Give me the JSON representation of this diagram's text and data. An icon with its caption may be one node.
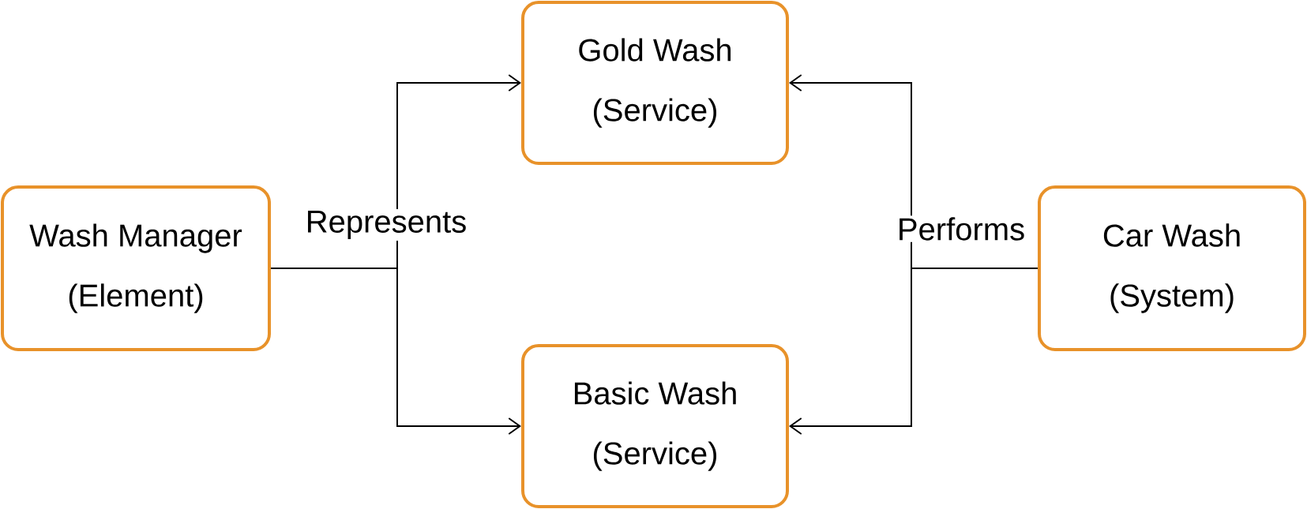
{
  "diagram": {
    "nodes": [
      {
        "text": [
          "Gold Wash",
          "(Service)"
        ]
      },
      {
        "text": [
          "Wash Manager",
          "(Element)"
        ]
      },
      {
        "text": [
          "Car Wash",
          "(System)"
        ]
      },
      {
        "text": [
          "Basic Wash",
          "(Service)"
        ]
      }
    ],
    "edges": [
      {
        "from": 1,
        "to": 0,
        "arrow": "to",
        "label": "Represents"
      },
      {
        "from": 1,
        "to": 3,
        "arrow": "to"
      },
      {
        "from": 2,
        "to": 0,
        "arrow": "to",
        "label": "Performs"
      },
      {
        "from": 2,
        "to": 3,
        "arrow": "to"
      }
    ]
  }
}
